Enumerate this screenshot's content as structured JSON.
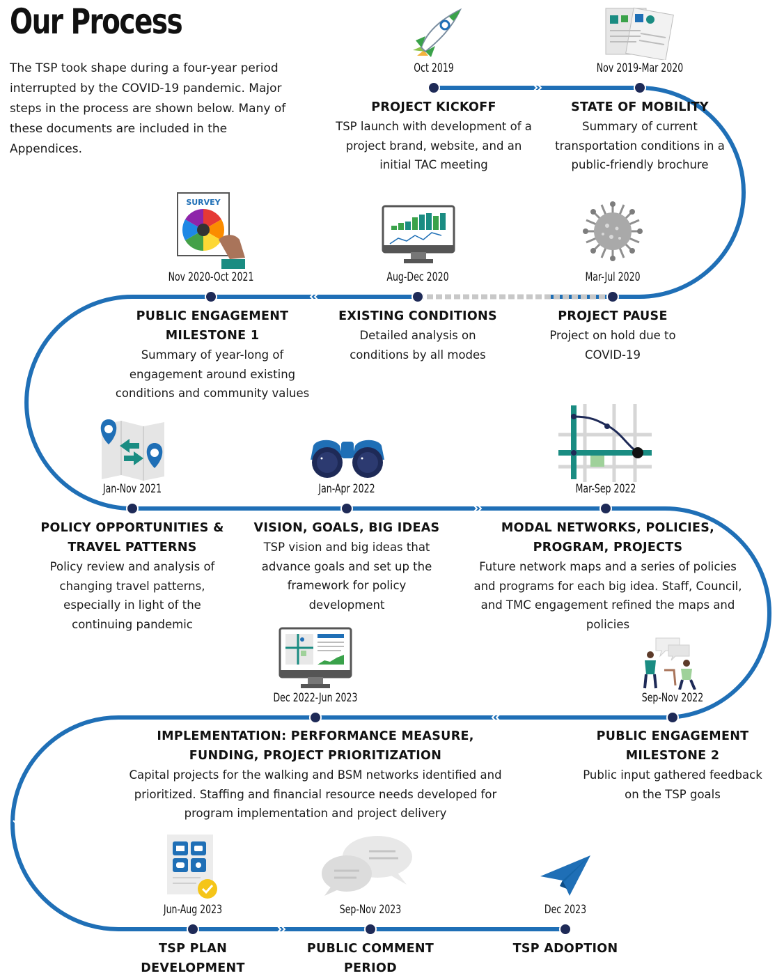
{
  "title": "Our Process",
  "intro": "The TSP took shape during a four-year period interrupted by the COVID-19 pandemic. Major steps in the process are shown below. Many of these documents are included in the Appendices.",
  "colors": {
    "track": "#1f6fb6",
    "dot": "#1e2a57",
    "pause": "#c8c8c8",
    "teal": "#1a8c82",
    "green": "#3aa24a"
  },
  "steps": [
    {
      "date": "Oct 2019",
      "heading": "PROJECT KICKOFF",
      "desc": "TSP launch with development of a project brand, website, and an initial TAC meeting",
      "icon": "rocket-icon"
    },
    {
      "date": "Nov 2019-Mar 2020",
      "heading": "STATE OF MOBILITY",
      "desc": "Summary of current transportation conditions in a public-friendly brochure",
      "icon": "brochure-icon"
    },
    {
      "date": "Mar-Jul 2020",
      "heading": "PROJECT PAUSE",
      "desc": "Project on hold due to COVID-19",
      "icon": "virus-icon"
    },
    {
      "date": "Aug-Dec 2020",
      "heading": "EXISTING CONDITIONS",
      "desc": "Detailed analysis on conditions by all modes",
      "icon": "monitor-chart-icon"
    },
    {
      "date": "Nov 2020-Oct 2021",
      "heading": "PUBLIC ENGAGEMENT MILESTONE 1",
      "desc": "Summary of year-long of engagement around existing conditions and community values",
      "icon": "survey-icon",
      "survey_label": "SURVEY"
    },
    {
      "date": "Jan-Nov 2021",
      "heading": "POLICY OPPORTUNITIES & TRAVEL PATTERNS",
      "desc": "Policy review and analysis of changing travel patterns, especially in light of the continuing pandemic",
      "icon": "map-pins-icon"
    },
    {
      "date": "Jan-Apr 2022",
      "heading": "VISION, GOALS, BIG IDEAS",
      "desc": "TSP vision and big ideas that advance goals and set up the framework for policy development",
      "icon": "binoculars-icon"
    },
    {
      "date": "Mar-Sep 2022",
      "heading": "MODAL NETWORKS, POLICIES, PROGRAM, PROJECTS",
      "desc": "Future network maps and a series of policies and programs for each big idea. Staff, Council, and TMC engagement refined the maps and policies",
      "icon": "network-map-icon"
    },
    {
      "date": "Sep-Nov 2022",
      "heading": "PUBLIC ENGAGEMENT MILESTONE 2",
      "desc": "Public input gathered feedback on the TSP goals",
      "icon": "people-discussion-icon"
    },
    {
      "date": "Dec 2022-Jun 2023",
      "heading": "IMPLEMENTATION: PERFORMANCE MEASURE, FUNDING, PROJECT PRIORITIZATION",
      "desc": "Capital projects for the walking and BSM networks identified and prioritized. Staffing and financial resource needs developed for program implementation and project delivery",
      "icon": "dashboard-monitor-icon"
    },
    {
      "date": "Jun-Aug 2023",
      "heading": "TSP PLAN DEVELOPMENT",
      "desc": "",
      "icon": "plan-document-icon"
    },
    {
      "date": "Sep-Nov 2023",
      "heading": "PUBLIC COMMENT PERIOD",
      "desc": "",
      "icon": "speech-bubbles-icon"
    },
    {
      "date": "Dec 2023",
      "heading": "TSP ADOPTION",
      "desc": "",
      "icon": "paper-plane-icon"
    }
  ]
}
